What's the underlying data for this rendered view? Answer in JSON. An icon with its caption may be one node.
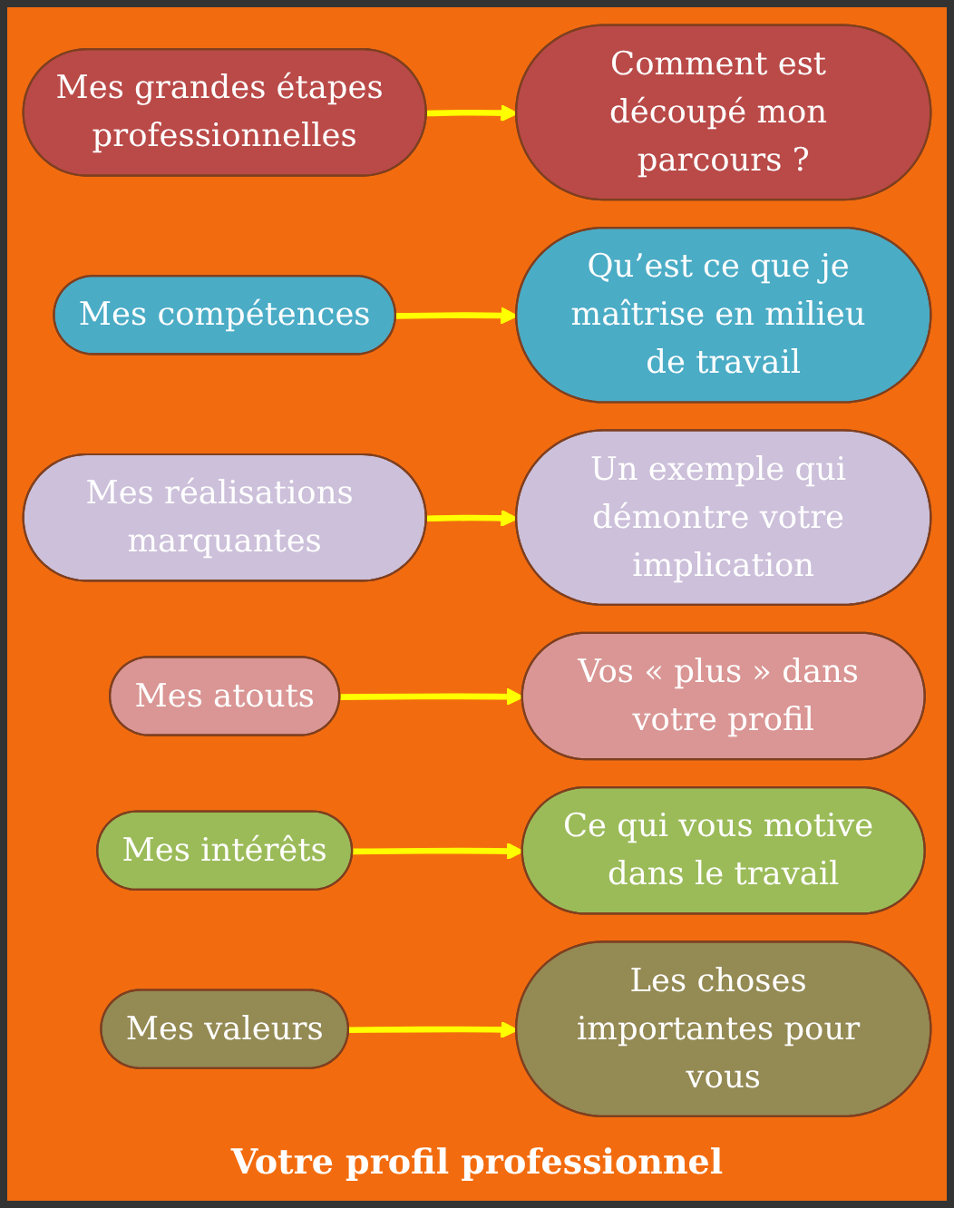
{
  "diagram": {
    "caption": "Votre profil professionnel",
    "nodes": [
      {
        "text": [
          "Mes grandes étapes professionnelles"
        ]
      },
      {
        "text": [
          "Comment est découpé mon parcours ?"
        ]
      },
      {
        "text": [
          "Mes compétences"
        ]
      },
      {
        "text": [
          "Qu’est ce que je maîtrise en milieu de travail"
        ]
      },
      {
        "text": [
          "Mes réalisations marquantes"
        ]
      },
      {
        "text": [
          "Un exemple qui démontre votre implication"
        ]
      },
      {
        "text": [
          "Mes atouts"
        ]
      },
      {
        "text": [
          "Vos « plus » dans votre profil"
        ]
      },
      {
        "text": [
          "Mes intérêts"
        ]
      },
      {
        "text": [
          "Ce qui vous motive dans le travail"
        ]
      },
      {
        "text": [
          "Mes valeurs"
        ]
      },
      {
        "text": [
          "Les choses importantes pour vous"
        ]
      }
    ],
    "edges": [
      {
        "from": 0,
        "to": 1,
        "arrow": "to"
      },
      {
        "from": 2,
        "to": 3,
        "arrow": "to"
      },
      {
        "from": 4,
        "to": 5,
        "arrow": "to"
      },
      {
        "from": 6,
        "to": 7,
        "arrow": "to"
      },
      {
        "from": 8,
        "to": 9,
        "arrow": "to"
      },
      {
        "from": 10,
        "to": 11,
        "arrow": "to"
      }
    ]
  }
}
